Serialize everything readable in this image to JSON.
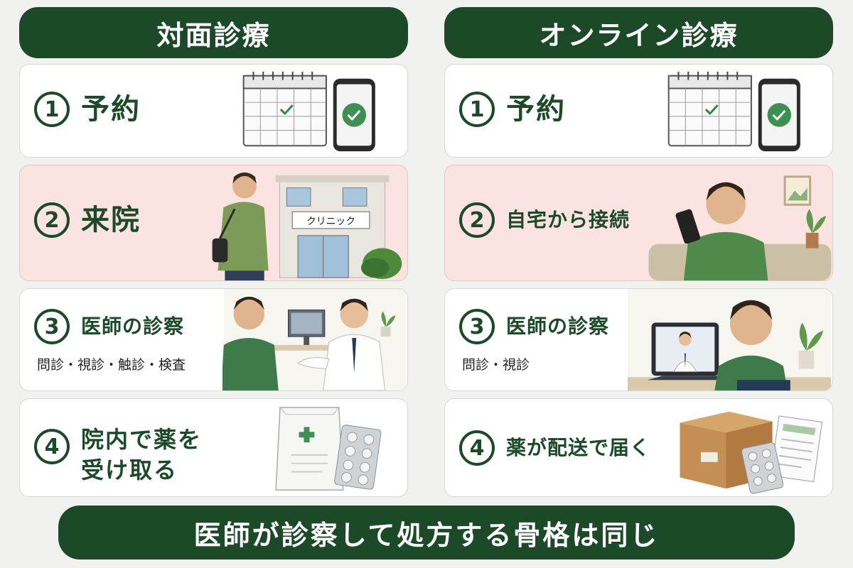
{
  "left": {
    "title": "対面診療",
    "steps": [
      {
        "num": "1",
        "label": "予約"
      },
      {
        "num": "2",
        "label": "来院",
        "sign": "クリニック"
      },
      {
        "num": "3",
        "label": "医師の診察",
        "sub": "問診・視診・触診・検査"
      },
      {
        "num": "4",
        "line1": "院内で薬を",
        "line2": "受け取る"
      }
    ]
  },
  "right": {
    "title": "オンライン診療",
    "steps": [
      {
        "num": "1",
        "label": "予約"
      },
      {
        "num": "2",
        "label": "自宅から接続"
      },
      {
        "num": "3",
        "label": "医師の診察",
        "sub": "問診・視診"
      },
      {
        "num": "4",
        "label": "薬が配送で届く"
      }
    ]
  },
  "bottom": {
    "text": "医師が診察して処方する骨格は同じ"
  },
  "colors": {
    "primary": "#1c4a28",
    "highlight_card": "#fbe3e1",
    "card": "#ffffff",
    "background": "#f1f1ef"
  },
  "icons": [
    "calendar-icon",
    "smartphone-icon",
    "check-icon",
    "clinic-icon",
    "patient-icon",
    "doctor-icon",
    "computer-monitor-icon",
    "tablet-icon",
    "medicine-bag-icon",
    "pill-pack-icon",
    "delivery-box-icon",
    "prescription-icon",
    "plant-icon"
  ]
}
